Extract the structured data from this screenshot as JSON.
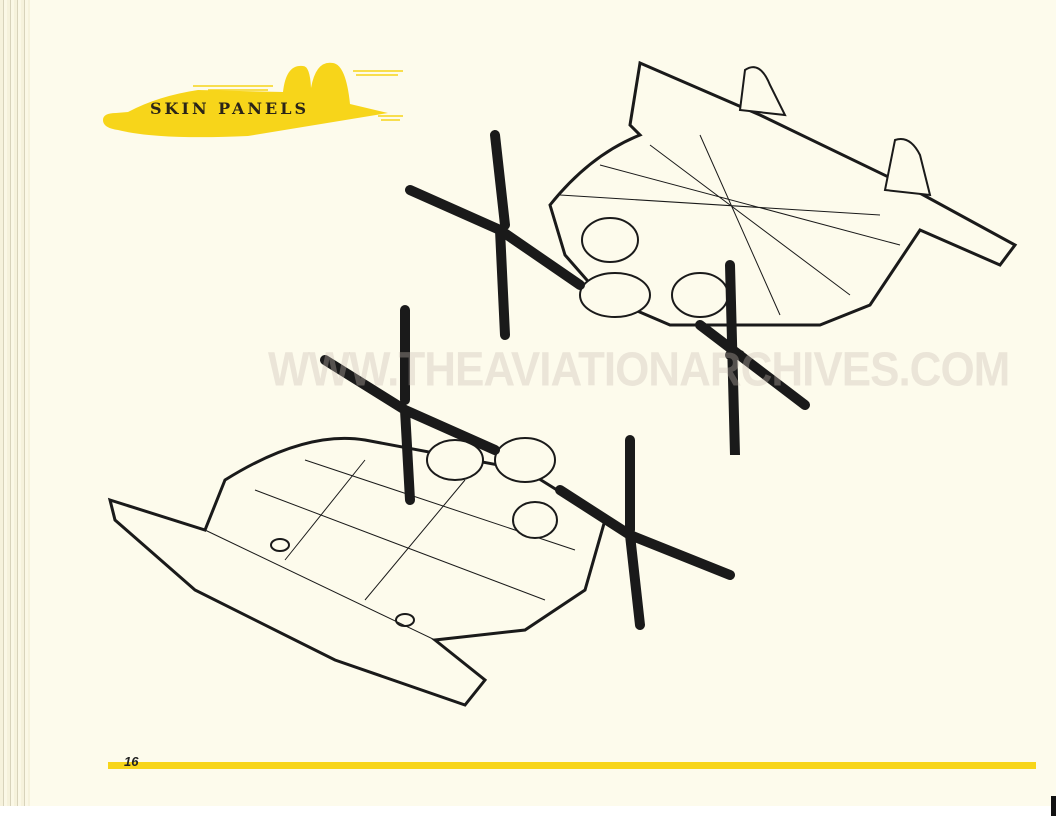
{
  "section": {
    "title": "SKIN PANELS"
  },
  "watermark": "WWW.THEAVIATIONARCHIVES.COM",
  "footer": {
    "page_number": "16"
  },
  "colors": {
    "accent_yellow": "#f7d51a",
    "paper": "#fdfbec",
    "ink": "#1a1a1a"
  },
  "illustrations": [
    "aircraft-top-view-skin-panels",
    "aircraft-bottom-view-skin-panels"
  ]
}
